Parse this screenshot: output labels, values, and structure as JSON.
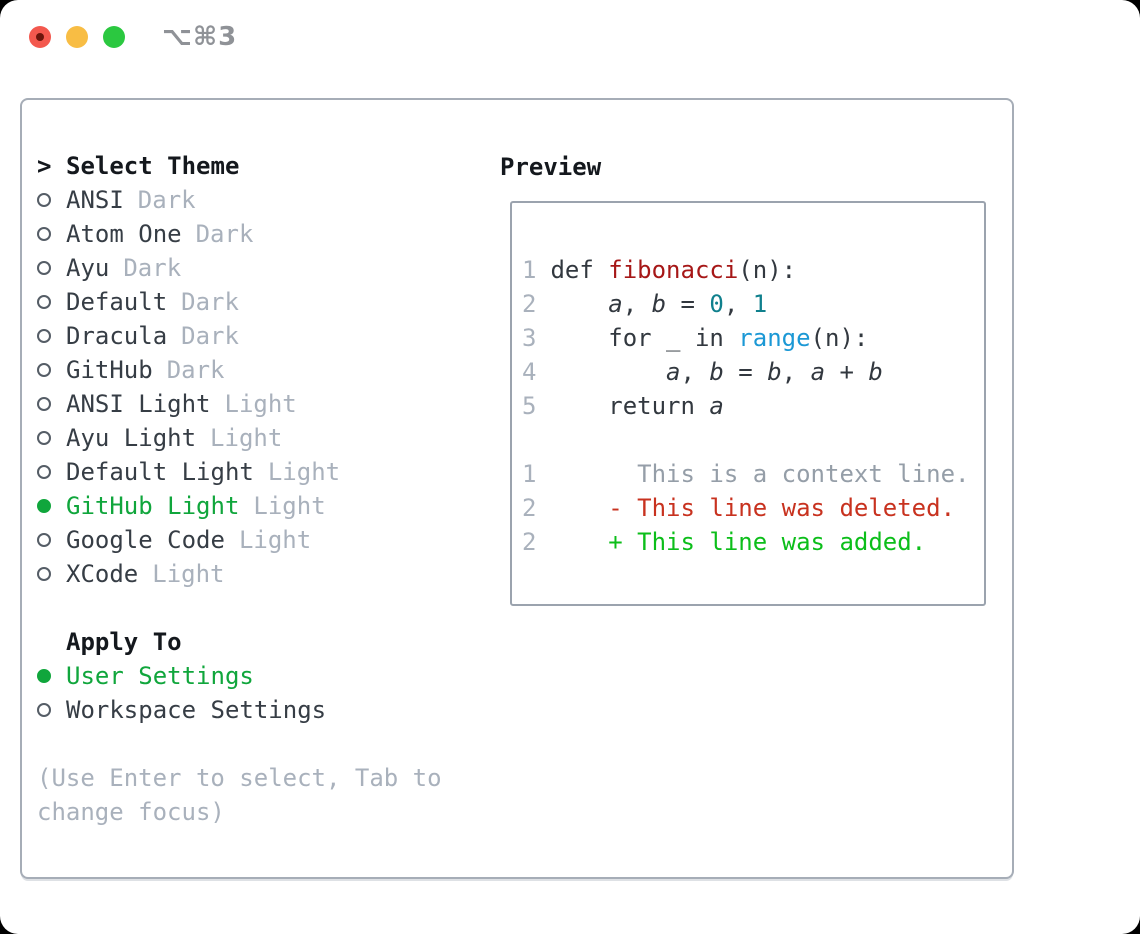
{
  "window": {
    "title": "⌥⌘3"
  },
  "colors": {
    "selected_green": "#10a63c",
    "added_green": "#0cbe1a",
    "deleted_red": "#c8321f",
    "function_red": "#a61717",
    "number_teal": "#10808d",
    "builtin_blue": "#1b98d5",
    "muted_gray": "#a9b1bc",
    "ink": "#363d45",
    "traffic_red": "#f3584e",
    "traffic_yellow": "#f8bd44",
    "traffic_green": "#2bc840"
  },
  "themes": {
    "prompt": ">",
    "header": "Select Theme",
    "items": [
      {
        "label": "ANSI",
        "variant": "Dark",
        "selected": false
      },
      {
        "label": "Atom One",
        "variant": "Dark",
        "selected": false
      },
      {
        "label": "Ayu",
        "variant": "Dark",
        "selected": false
      },
      {
        "label": "Default",
        "variant": "Dark",
        "selected": false
      },
      {
        "label": "Dracula",
        "variant": "Dark",
        "selected": false
      },
      {
        "label": "GitHub",
        "variant": "Dark",
        "selected": false
      },
      {
        "label": "ANSI Light",
        "variant": "Light",
        "selected": false
      },
      {
        "label": "Ayu Light",
        "variant": "Light",
        "selected": false
      },
      {
        "label": "Default Light",
        "variant": "Light",
        "selected": false
      },
      {
        "label": "GitHub Light",
        "variant": "Light",
        "selected": true
      },
      {
        "label": "Google Code",
        "variant": "Light",
        "selected": false
      },
      {
        "label": "XCode",
        "variant": "Light",
        "selected": false
      }
    ]
  },
  "apply_to": {
    "header": "Apply To",
    "options": [
      {
        "label": "User Settings",
        "selected": true
      },
      {
        "label": "Workspace Settings",
        "selected": false
      }
    ]
  },
  "hint": {
    "lines": [
      "(Use Enter to select, Tab to",
      "change focus)"
    ]
  },
  "preview": {
    "header": "Preview",
    "code_lines": [
      {
        "num": "1",
        "tokens": {
          "t0": "def ",
          "t1": "fibonacci",
          "t2": "(n):"
        }
      },
      {
        "num": "2",
        "tokens": {
          "t0": "    ",
          "t1": "a",
          "t2": ", ",
          "t3": "b",
          "t4": " = ",
          "t5": "0",
          "t6": ", ",
          "t7": "1"
        }
      },
      {
        "num": "3",
        "tokens": {
          "t0": "    for _ in ",
          "t1": "range",
          "t2": "(n):"
        }
      },
      {
        "num": "4",
        "tokens": {
          "t0": "        ",
          "t1": "a",
          "t2": ", ",
          "t3": "b",
          "t4": " = ",
          "t5": "b",
          "t6": ", ",
          "t7": "a",
          "t8": " + ",
          "t9": "b"
        }
      },
      {
        "num": "5",
        "tokens": {
          "t0": "    return ",
          "t1": "a"
        }
      }
    ],
    "diff_lines": [
      {
        "num": "1",
        "body": "      This is a context line.",
        "type": "context"
      },
      {
        "num": "2",
        "body": "    - This line was deleted.",
        "type": "deleted"
      },
      {
        "num": "2",
        "body": "    + This line was added.",
        "type": "added"
      }
    ]
  }
}
